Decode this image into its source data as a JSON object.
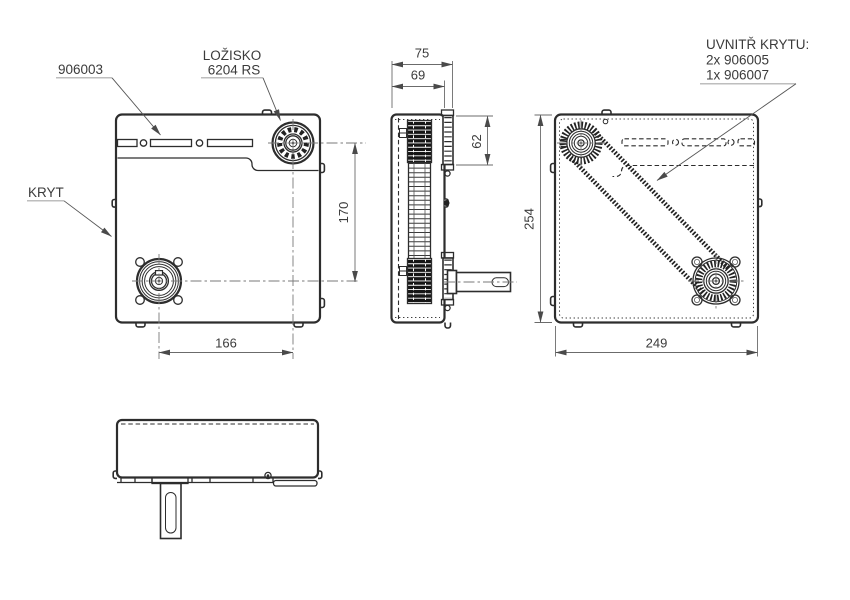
{
  "drawing": {
    "labels": {
      "part_left": "906003",
      "bearing": {
        "line1": "LOŽISKO",
        "line2": "6204 RS"
      },
      "cover": "KRYT",
      "inside": {
        "title": "UVNITŘ KRYTU:",
        "item1": "2x 906005",
        "item2": "1x 906007"
      }
    },
    "dimensions": {
      "front_vertical": "170",
      "front_horizontal": "166",
      "side_outer": "75",
      "side_inner": "69",
      "side_block": "62",
      "rear_vertical": "254",
      "rear_horizontal": "249"
    }
  }
}
